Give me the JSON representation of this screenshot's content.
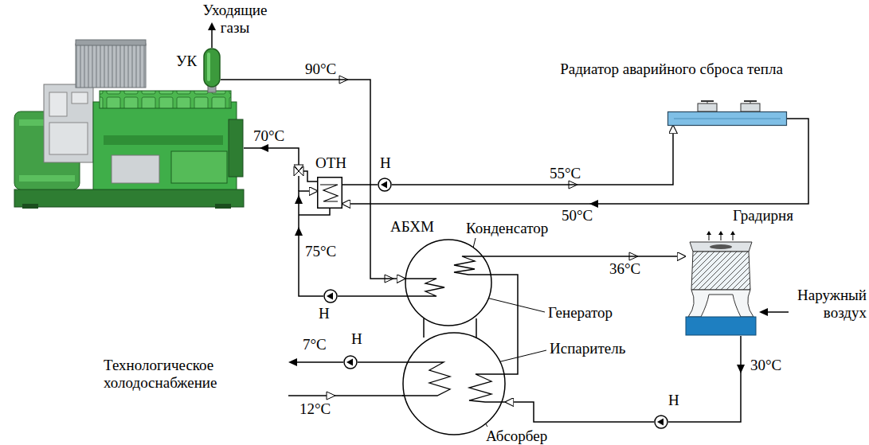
{
  "diagram": {
    "nodes": [
      {
        "text": [
          "УК"
        ]
      },
      {
        "text": [
          "Радиатор аварийного сброса тепла"
        ]
      },
      {
        "text": [
          "ОТН"
        ]
      },
      {
        "text": [
          "Н"
        ]
      },
      {
        "text": [
          "АБХМ",
          "Конденсатор",
          "Генератор"
        ]
      },
      {
        "text": [
          "Н"
        ]
      },
      {
        "text": [
          "Градирня"
        ]
      },
      {
        "text": [
          "Испаритель",
          "Абсорбер"
        ]
      },
      {
        "text": [
          "Н"
        ]
      },
      {
        "text": [
          "Н"
        ]
      }
    ],
    "edges": [
      {
        "from": 0,
        "to": 4,
        "arrow": "to"
      },
      {
        "from": 4,
        "to": 5,
        "arrow": "none"
      },
      {
        "from": 5,
        "to": 2,
        "arrow": "to"
      },
      {
        "from": 2,
        "to": 3,
        "arrow": "none"
      },
      {
        "from": 3,
        "to": 1,
        "arrow": "to"
      },
      {
        "from": 1,
        "to": 2,
        "arrow": "to"
      },
      {
        "from": 4,
        "to": 6,
        "arrow": "to"
      },
      {
        "from": 6,
        "to": 9,
        "arrow": "none"
      },
      {
        "from": 9,
        "to": 7,
        "arrow": "to"
      },
      {
        "from": 7,
        "to": 4,
        "arrow": "none"
      },
      {
        "from": 7,
        "to": 8,
        "arrow": "none"
      }
    ],
    "labels": [
      "Уходящие газы",
      "90°C",
      "70°C",
      "55°C",
      "50°C",
      "75°C",
      "36°C",
      "30°C",
      "Наружный воздух",
      "7°C",
      "Технологическое холодоснабжение",
      "12°C"
    ]
  }
}
